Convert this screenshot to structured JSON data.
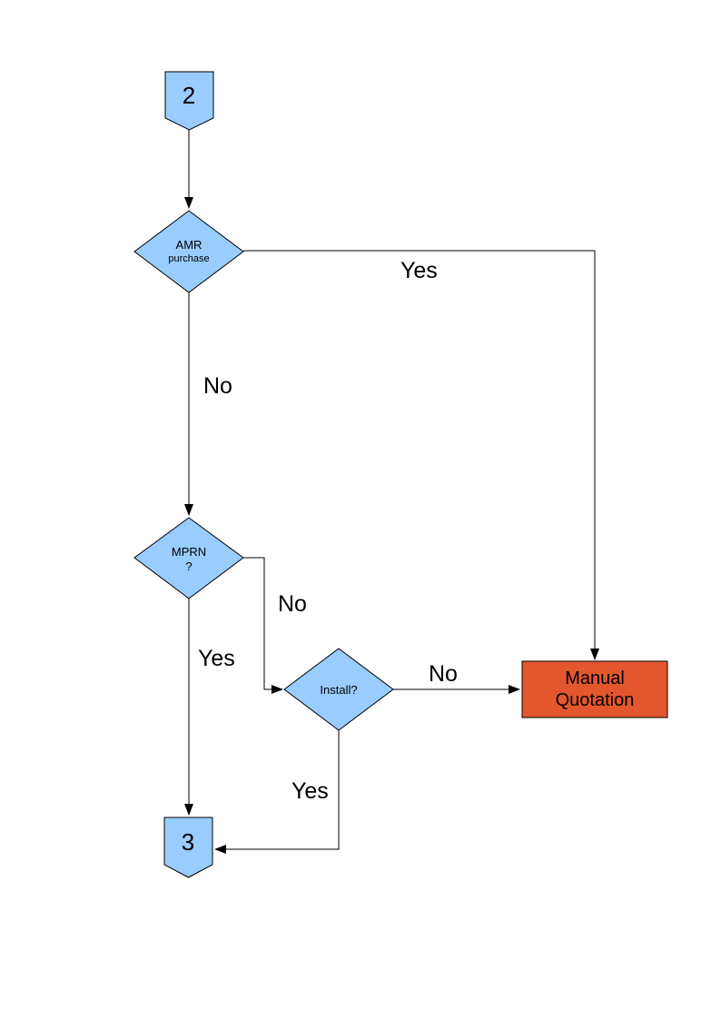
{
  "colors": {
    "background": "#ffffff",
    "node_fill": "#99CCFF",
    "node_border": "#000000",
    "terminal_fill": "#E4572E",
    "line": "#000000",
    "text": "#000000"
  },
  "nodes": {
    "connector2": {
      "type": "off-page-connector",
      "label": "2"
    },
    "amr": {
      "type": "decision",
      "line1": "AMR",
      "line2": "purchase"
    },
    "mprn": {
      "type": "decision",
      "line1": "MPRN",
      "line2": "?"
    },
    "install": {
      "type": "decision",
      "label": "Install?"
    },
    "manual_quotation": {
      "type": "process",
      "line1": "Manual",
      "line2": "Quotation"
    },
    "connector3": {
      "type": "off-page-connector",
      "label": "3"
    }
  },
  "edge_labels": {
    "amr_yes": "Yes",
    "amr_no": "No",
    "mprn_no": "No",
    "mprn_yes": "Yes",
    "install_no": "No",
    "install_yes": "Yes"
  }
}
